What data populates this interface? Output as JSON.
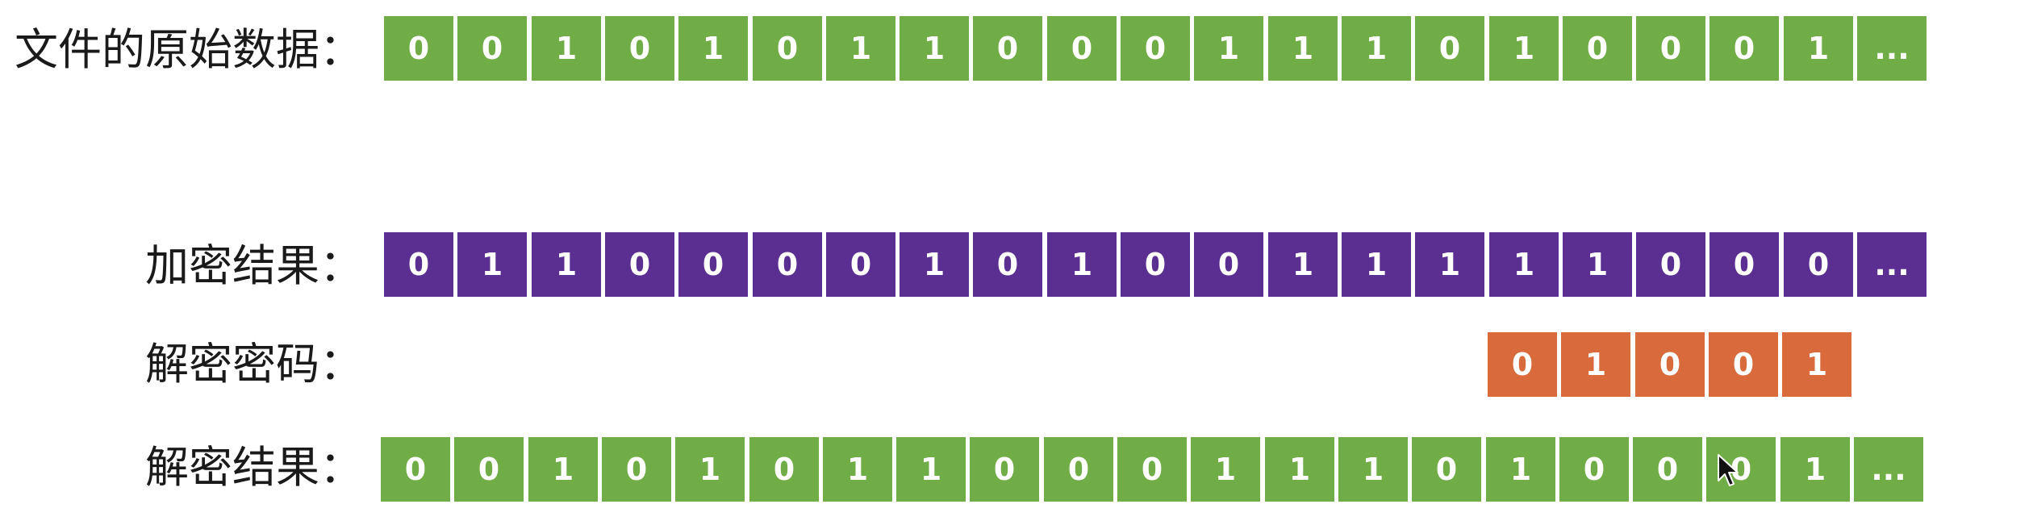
{
  "colors": {
    "original": "#70ad47",
    "encrypted": "#5b2f91",
    "key": "#d86a3c",
    "decrypted": "#70ad47"
  },
  "rows": {
    "original": {
      "label": "文件的原始数据：",
      "bits": [
        "0",
        "0",
        "1",
        "0",
        "1",
        "0",
        "1",
        "1",
        "0",
        "0",
        "0",
        "1",
        "1",
        "1",
        "0",
        "1",
        "0",
        "0",
        "0",
        "1",
        "..."
      ]
    },
    "encrypted": {
      "label": "加密结果：",
      "bits": [
        "0",
        "1",
        "1",
        "0",
        "0",
        "0",
        "0",
        "1",
        "0",
        "1",
        "0",
        "0",
        "1",
        "1",
        "1",
        "1",
        "1",
        "0",
        "0",
        "0",
        "..."
      ]
    },
    "key": {
      "label": "解密密码：",
      "bits": [
        "0",
        "1",
        "0",
        "0",
        "1"
      ]
    },
    "decrypted": {
      "label": "解密结果：",
      "bits": [
        "0",
        "0",
        "1",
        "0",
        "1",
        "0",
        "1",
        "1",
        "0",
        "0",
        "0",
        "1",
        "1",
        "1",
        "0",
        "1",
        "0",
        "0",
        "0",
        "1",
        "..."
      ]
    }
  },
  "icons": {
    "cursor": "mouse-pointer-icon"
  }
}
